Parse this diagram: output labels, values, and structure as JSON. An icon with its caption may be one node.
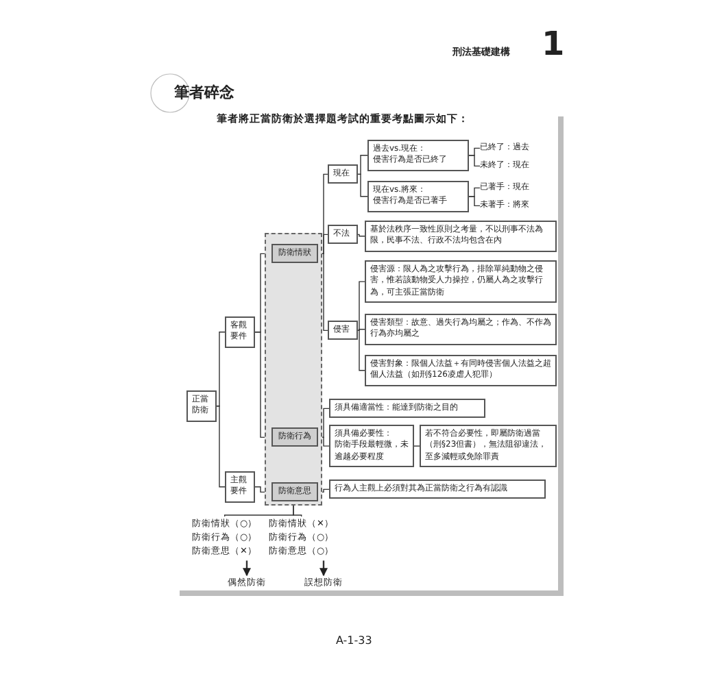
{
  "diagram": {
    "nodes": [
      {
        "text": [
          "正當防衛"
        ]
      },
      {
        "text": [
          "客觀要件"
        ]
      },
      {
        "text": [
          "主觀要件"
        ]
      },
      {
        "text": [],
        "shape": "box"
      },
      {
        "text": [
          "防衛情狀"
        ],
        "in": 3
      },
      {
        "text": [
          "現在"
        ]
      },
      {
        "text": [
          "過去vs.現在：",
          "侵害行為是否已終了"
        ]
      },
      {
        "text": [
          "已終了：過去"
        ]
      },
      {
        "text": [
          "未終了：現在"
        ]
      },
      {
        "text": [
          "現在vs.將來：",
          "侵害行為是否已著手"
        ]
      },
      {
        "text": [
          "已著手：現在"
        ]
      },
      {
        "text": [
          "未著手：將來"
        ]
      },
      {
        "text": [
          "不法"
        ]
      },
      {
        "text": [
          "基於法秩序一致性原則之考量，不以刑事不法為限，民事不法、行政不法均包含在內"
        ]
      },
      {
        "text": [
          "侵害"
        ]
      },
      {
        "text": [
          "侵害源：限人為之攻擊行為，排除單純動物之侵害，惟若該動物受人力操控，仍屬人為之攻擊行為，可主張正當防衛"
        ]
      },
      {
        "text": [
          "侵害類型：故意、過失行為均屬之；作為、不作為行為亦均屬之"
        ]
      },
      {
        "text": [
          "侵害對象：限個人法益＋有同時侵害個人法益之超個人法益（如刑§126凌虐人犯罪）"
        ]
      },
      {
        "text": [
          "防衛行為"
        ],
        "in": 3
      },
      {
        "text": [
          "須具備適當性：能達到防衛之目的"
        ]
      },
      {
        "text": [
          "須具備必要性：",
          "防衛手段最輕微，未逾越必要程度"
        ]
      },
      {
        "text": [
          "若不符合必要性，即屬防衛過當（刑§23但書），無法阻卻違法，至多減輕或免除罪責"
        ]
      },
      {
        "text": [
          "防衛意思"
        ],
        "in": 3
      },
      {
        "text": [
          "行為人主觀上必須對其為正當防衛之行為有認識"
        ]
      },
      {
        "text": [
          "防衛情狀（○）",
          "防衛行為（○）",
          "防衛意思（✕）"
        ]
      },
      {
        "text": [
          "偶然防衛"
        ]
      },
      {
        "text": [
          "防衛情狀（✕）",
          "防衛行為（○）",
          "防衛意思（○）"
        ]
      },
      {
        "text": [
          "誤想防衛"
        ]
      }
    ],
    "edges": [
      {
        "from": 0,
        "to": 1,
        "arrow": "none"
      },
      {
        "from": 0,
        "to": 2,
        "arrow": "none"
      },
      {
        "from": 1,
        "to": 4,
        "arrow": "none"
      },
      {
        "from": 1,
        "to": 18,
        "arrow": "none"
      },
      {
        "from": 2,
        "to": 22,
        "arrow": "none"
      },
      {
        "from": 4,
        "to": 5,
        "arrow": "none"
      },
      {
        "from": 4,
        "to": 12,
        "arrow": "none"
      },
      {
        "from": 4,
        "to": 14,
        "arrow": "none"
      },
      {
        "from": 5,
        "to": 6,
        "arrow": "none"
      },
      {
        "from": 5,
        "to": 9,
        "arrow": "none"
      },
      {
        "from": 6,
        "to": 7,
        "arrow": "none"
      },
      {
        "from": 6,
        "to": 8,
        "arrow": "none"
      },
      {
        "from": 9,
        "to": 10,
        "arrow": "none"
      },
      {
        "from": 9,
        "to": 11,
        "arrow": "none"
      },
      {
        "from": 12,
        "to": 13,
        "arrow": "none"
      },
      {
        "from": 14,
        "to": 15,
        "arrow": "none"
      },
      {
        "from": 14,
        "to": 16,
        "arrow": "none"
      },
      {
        "from": 14,
        "to": 17,
        "arrow": "none"
      },
      {
        "from": 18,
        "to": 19,
        "arrow": "none"
      },
      {
        "from": 18,
        "to": 20,
        "arrow": "none"
      },
      {
        "from": 20,
        "to": 21,
        "arrow": "none"
      },
      {
        "from": 22,
        "to": 23,
        "arrow": "none"
      },
      {
        "from": 3,
        "to": 24,
        "arrow": "none"
      },
      {
        "from": 3,
        "to": 26,
        "arrow": "none"
      },
      {
        "from": 24,
        "to": 25,
        "arrow": "to"
      },
      {
        "from": 26,
        "to": 27,
        "arrow": "to"
      }
    ],
    "labels": [
      "刑法基礎建構",
      "1",
      "筆者碎念",
      "筆者將正當防衛於選擇題考試的重要考點圖示如下：",
      "A-1-33"
    ]
  }
}
